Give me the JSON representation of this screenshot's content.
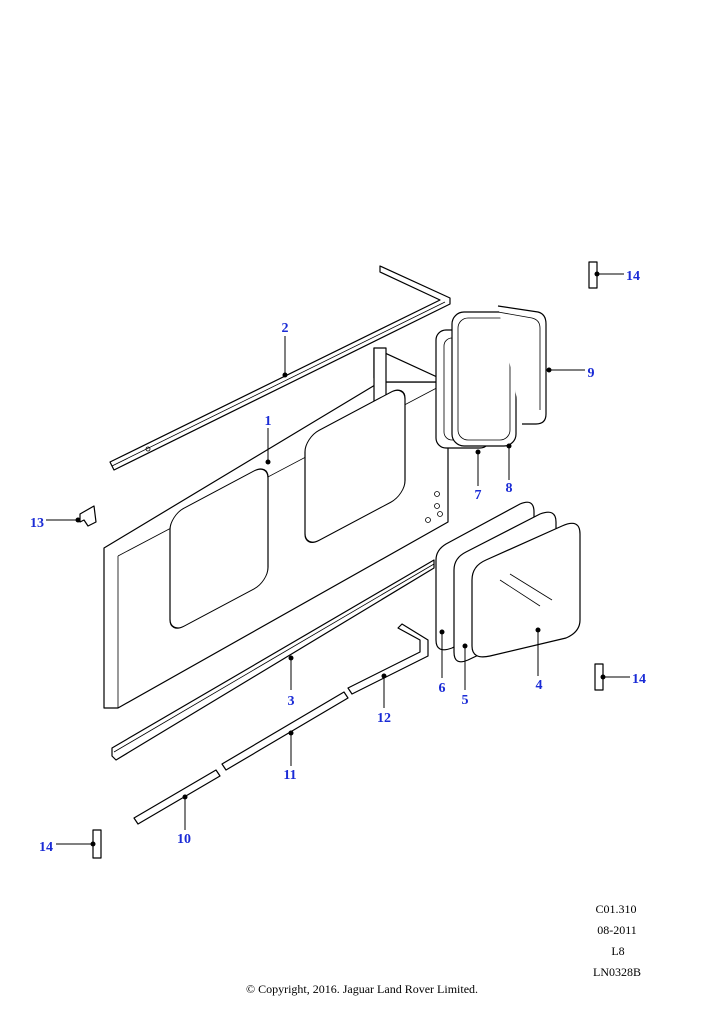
{
  "callouts": [
    "1",
    "2",
    "3",
    "4",
    "5",
    "6",
    "7",
    "8",
    "9",
    "10",
    "11",
    "12",
    "13",
    "14"
  ],
  "reference": {
    "code": "C01.310",
    "date": "08-2011",
    "level": "L8",
    "drawing_no": "LN0328B"
  },
  "copyright": "© Copyright, 2016. Jaguar Land Rover Limited.",
  "colors": {
    "callout": "#1a2bd6",
    "line": "#000000"
  }
}
